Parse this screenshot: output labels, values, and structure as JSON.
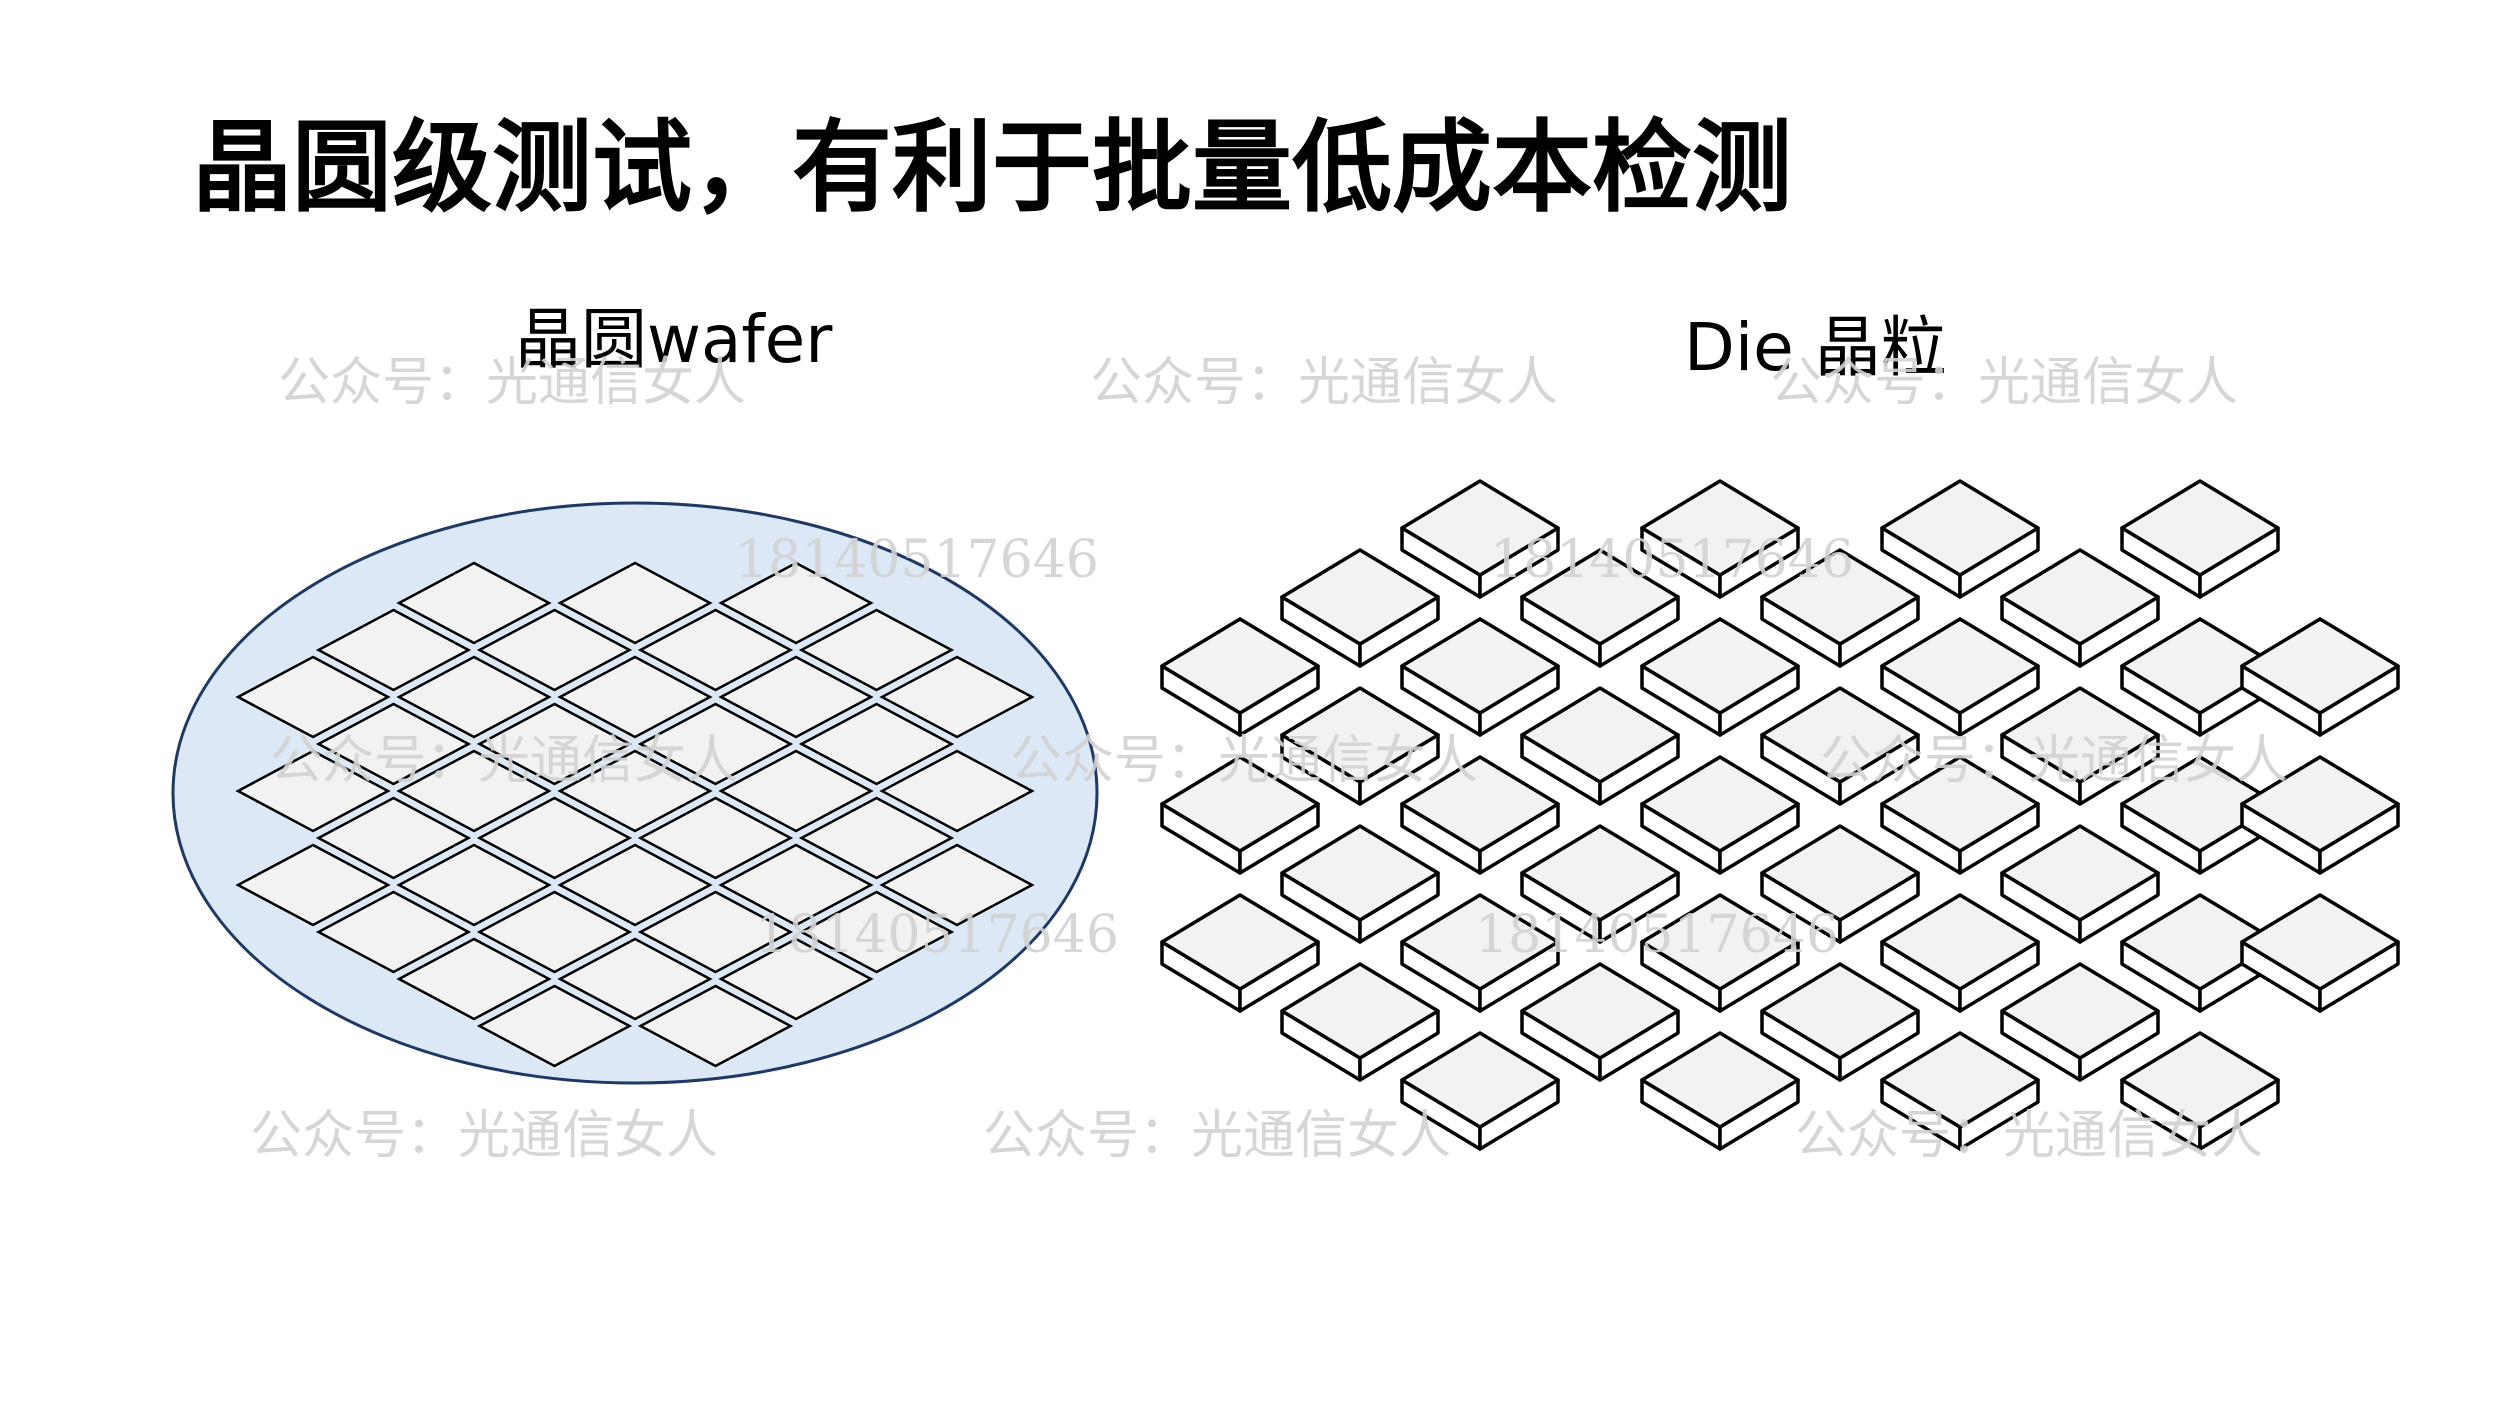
{
  "title": "晶圆级测试，有利于批量低成本检测",
  "wafer": {
    "label": "晶圆wafer",
    "colors": {
      "disc_fill": "#dce8f5",
      "disc_stroke": "#1f3864",
      "die_fill": "#f2f2f2",
      "die_stroke": "#000000"
    }
  },
  "die": {
    "label": "Die 晶粒",
    "colors": {
      "top_fill": "#f2f2f2",
      "side_fill": "#ffffff",
      "stroke": "#000000"
    }
  },
  "watermarks": {
    "account": "公众号：光通信女人",
    "phone": "18140517646"
  }
}
